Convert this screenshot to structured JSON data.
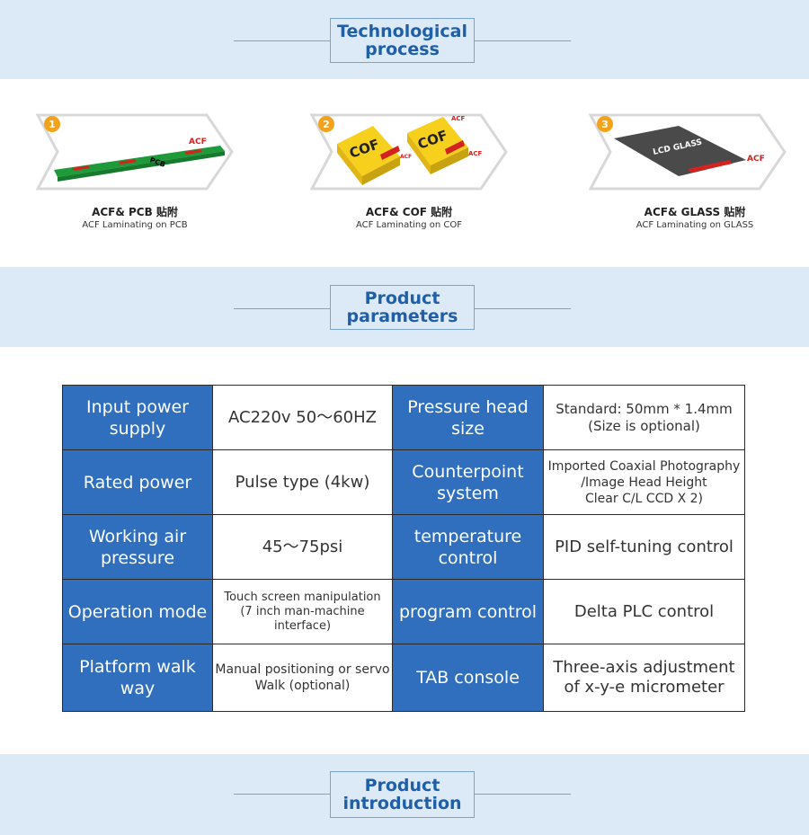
{
  "sections": {
    "tech": {
      "line1": "Technological",
      "line2": "process"
    },
    "params": {
      "line1": "Product",
      "line2": "parameters"
    },
    "intro": {
      "line1": "Product",
      "line2": "introduction"
    }
  },
  "steps": [
    {
      "num": "1",
      "cn": "ACF& PCB 贴附",
      "en": "ACF Laminating on PCB",
      "board": "PCB",
      "acf": "ACF"
    },
    {
      "num": "2",
      "cn": "ACF& COF 贴附",
      "en": "ACF Laminating on COF",
      "cof": "COF",
      "acf": "ACF"
    },
    {
      "num": "3",
      "cn": "ACF& GLASS 贴附",
      "en": "ACF Laminating on GLASS",
      "glass": "LCD GLASS",
      "acf": "ACF"
    }
  ],
  "parameters": [
    {
      "l1": "Input power supply",
      "v1": "AC220v 50～60HZ",
      "l2": "Pressure head size",
      "v2a": "Standard: 50mm * 1.4mm",
      "v2b": "(Size is optional)"
    },
    {
      "l1": "Rated power",
      "v1": "Pulse type (4kw)",
      "l2": "Counterpoint system",
      "v2a": "Imported Coaxial Photography",
      "v2b": "/Image Head Height",
      "v2c": "Clear C/L CCD X 2)"
    },
    {
      "l1": "Working air pressure",
      "v1": "45～75psi",
      "l2": "temperature control",
      "v2a": "PID self-tuning control"
    },
    {
      "l1": "Operation mode",
      "v1a": "Touch screen manipulation",
      "v1b": "(7 inch man-machine interface)",
      "l2": "program control",
      "v2a": "Delta PLC control"
    },
    {
      "l1": "Platform walk way",
      "v1a": "Manual positioning or servo",
      "v1b": "Walk (optional)",
      "l2": "TAB console",
      "v2a": "Three-axis adjustment",
      "v2b": "of x-y-e micrometer"
    }
  ],
  "colors": {
    "band": "#dce9f6",
    "title": "#1f5fa8",
    "label_cell": "#2f6fbd",
    "pcb": "#1f9a3a",
    "acf": "#d4231e",
    "cof": "#f7cf1d",
    "glass": "#4a4a4a",
    "badge": "#f3a21b"
  }
}
